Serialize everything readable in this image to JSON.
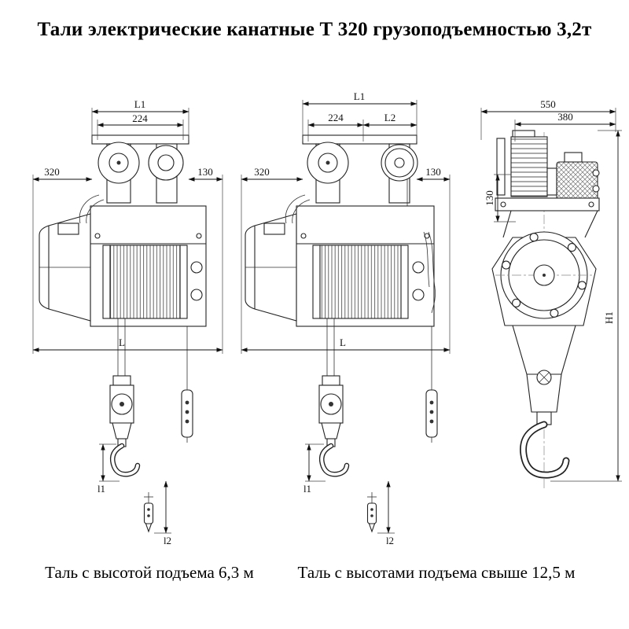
{
  "title": "Тали электрические канатные Т 320 грузоподъемностью 3,2т",
  "captions": {
    "left": "Таль с высотой подъема 6,3 м",
    "right": "Таль с высотами подъема свыше 12,5 м"
  },
  "views": {
    "v1": {
      "dims": {
        "L1": "L1",
        "d224": "224",
        "d320": "320",
        "d130": "130",
        "L": "L",
        "l1": "l1",
        "l2": "l2"
      }
    },
    "v2": {
      "dims": {
        "L1": "L1",
        "d224": "224",
        "L2": "L2",
        "d320": "320",
        "d130": "130",
        "L": "L",
        "l1": "l1",
        "l2": "l2"
      }
    },
    "v3": {
      "dims": {
        "d550": "550",
        "d380": "380",
        "d130": "130",
        "H1": "H1"
      }
    }
  }
}
